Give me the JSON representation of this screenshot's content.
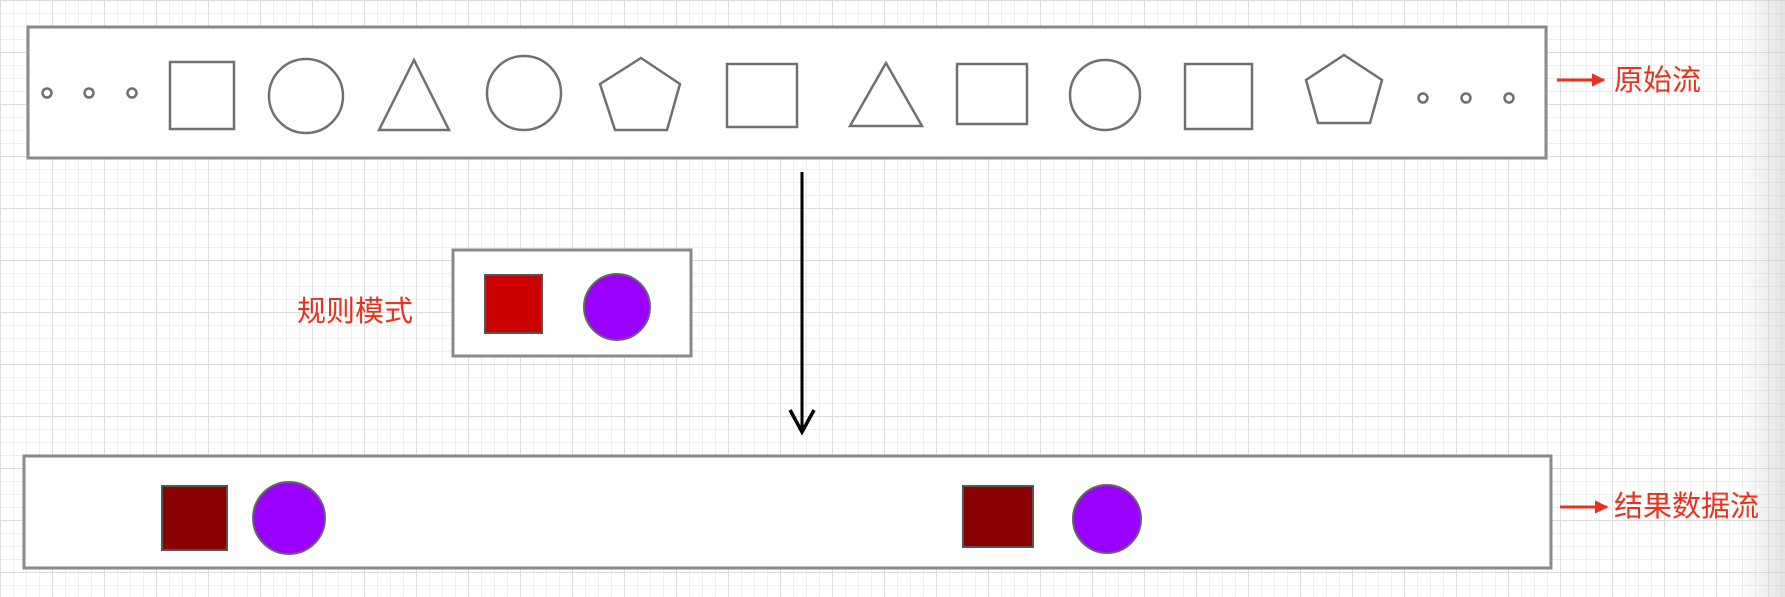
{
  "colors": {
    "label": "#e8321e",
    "box_border": "#8a8a8a",
    "outline_shape": "#707070",
    "pattern_square": "#cc0000",
    "result_square": "#8b0000",
    "circle_fill": "#9900ff"
  },
  "labels": {
    "raw_stream": "原始流",
    "rule_pattern": "规则模式",
    "result_stream": "结果数据流"
  },
  "raw_stream": {
    "sequence": [
      "ellipsis",
      "square",
      "circle",
      "triangle",
      "circle",
      "pentagon",
      "square",
      "triangle",
      "square",
      "circle",
      "square",
      "pentagon",
      "ellipsis"
    ]
  },
  "rule_pattern": {
    "sequence": [
      "square",
      "circle"
    ]
  },
  "result_stream": {
    "matches": [
      {
        "sequence": [
          "square",
          "circle"
        ]
      },
      {
        "sequence": [
          "square",
          "circle"
        ]
      }
    ]
  }
}
